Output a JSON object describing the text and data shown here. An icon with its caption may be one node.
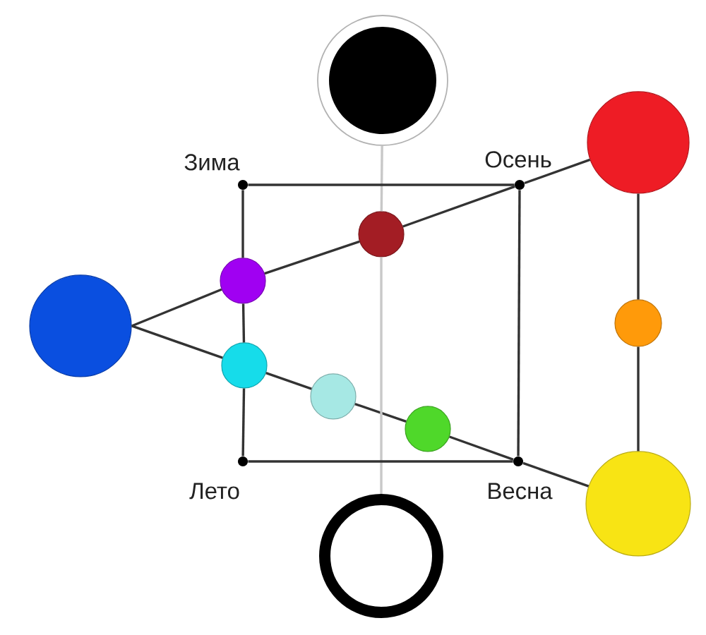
{
  "diagram": {
    "nodes": [
      {
        "text": [],
        "shape": "circle"
      },
      {
        "text": [],
        "shape": "circle",
        "beside": [
          "Зима"
        ]
      },
      {
        "text": [],
        "shape": "circle",
        "beside": [
          "Осень"
        ]
      },
      {
        "text": [],
        "shape": "circle"
      },
      {
        "text": [],
        "shape": "circle"
      },
      {
        "text": [],
        "shape": "circle"
      },
      {
        "text": [],
        "shape": "circle"
      },
      {
        "text": [],
        "shape": "circle"
      },
      {
        "text": [],
        "shape": "circle"
      },
      {
        "text": [],
        "shape": "circle"
      },
      {
        "text": [],
        "shape": "circle"
      },
      {
        "text": [],
        "shape": "circle",
        "beside": [
          "Лето"
        ]
      },
      {
        "text": [],
        "shape": "circle",
        "beside": [
          "Весна"
        ]
      },
      {
        "text": [],
        "shape": "circle"
      },
      {
        "text": [],
        "shape": "circle"
      }
    ],
    "edges": [
      {
        "from": 5,
        "to": 6,
        "arrow": "none"
      },
      {
        "from": 6,
        "to": 4,
        "arrow": "none"
      },
      {
        "from": 4,
        "to": 2,
        "arrow": "none"
      },
      {
        "from": 2,
        "to": 3,
        "arrow": "none"
      },
      {
        "from": 5,
        "to": 8,
        "arrow": "none"
      },
      {
        "from": 8,
        "to": 9,
        "arrow": "none"
      },
      {
        "from": 9,
        "to": 10,
        "arrow": "none"
      },
      {
        "from": 10,
        "to": 12,
        "arrow": "none"
      },
      {
        "from": 12,
        "to": 13,
        "arrow": "none"
      },
      {
        "from": 3,
        "to": 7,
        "arrow": "none"
      },
      {
        "from": 7,
        "to": 13,
        "arrow": "none"
      },
      {
        "from": 0,
        "to": 4,
        "arrow": "none",
        "color": "#c8c8c8"
      },
      {
        "from": 4,
        "to": 14,
        "arrow": "none",
        "color": "#c8c8c8"
      },
      {
        "from": 1,
        "to": 2,
        "arrow": "none"
      },
      {
        "from": 1,
        "to": 6,
        "arrow": "none"
      },
      {
        "from": 6,
        "to": 8,
        "arrow": "none"
      },
      {
        "from": 8,
        "to": 11,
        "arrow": "none"
      },
      {
        "from": 2,
        "to": 12,
        "arrow": "none"
      },
      {
        "from": 11,
        "to": 12,
        "arrow": "none"
      }
    ]
  }
}
